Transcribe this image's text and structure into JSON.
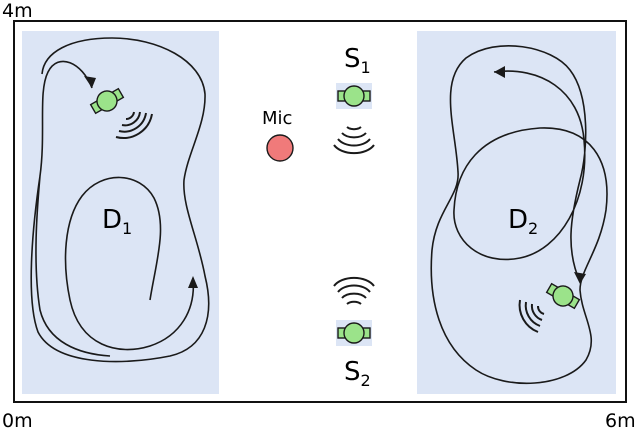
{
  "axis": {
    "top_left": "4m",
    "bottom_left": "0m",
    "bottom_right": "6m"
  },
  "zones": [
    {
      "id": "d1",
      "label": "D",
      "sub": "1"
    },
    {
      "id": "d2",
      "label": "D",
      "sub": "2"
    }
  ],
  "speakers": [
    {
      "id": "s1",
      "label": "S",
      "sub": "1"
    },
    {
      "id": "s2",
      "label": "S",
      "sub": "2"
    }
  ],
  "mic": {
    "label": "Mic"
  },
  "colors": {
    "zone_fill": "#dce5f5",
    "device_fill": "#9be38a",
    "mic_fill": "#f07a7a",
    "stroke": "#1a1a1a"
  }
}
